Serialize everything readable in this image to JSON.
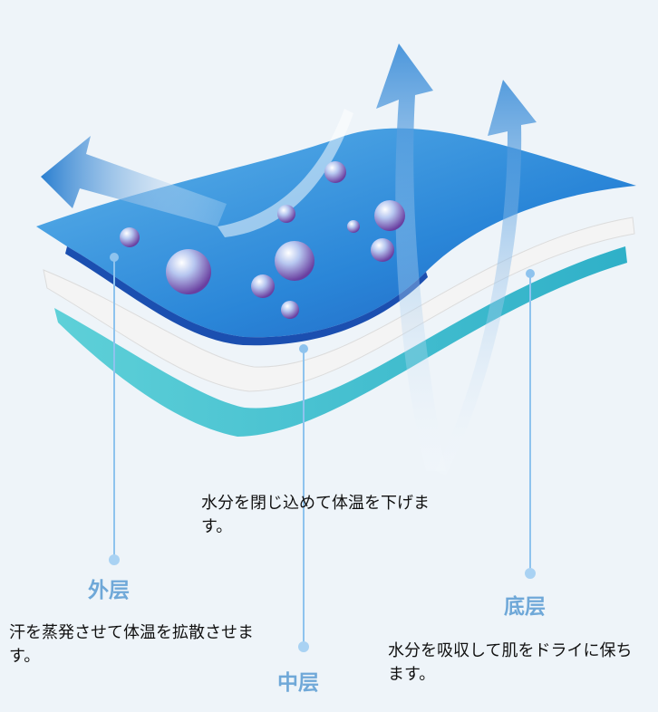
{
  "layers": {
    "outer": {
      "label": "外层",
      "description": "汗を蒸発させて体温を拡散させます。"
    },
    "middle": {
      "label": "中层",
      "description": "水分を閉じ込めて体温を下げます。"
    },
    "bottom": {
      "label": "底层",
      "description": "水分を吸収して肌をドライに保ちます。"
    }
  },
  "colors": {
    "outer": "#2f86d6",
    "middle": "#f2f2f2",
    "bottom": "#4cc1cf",
    "label": "#6fa8d8",
    "background": "#eef4f9"
  }
}
